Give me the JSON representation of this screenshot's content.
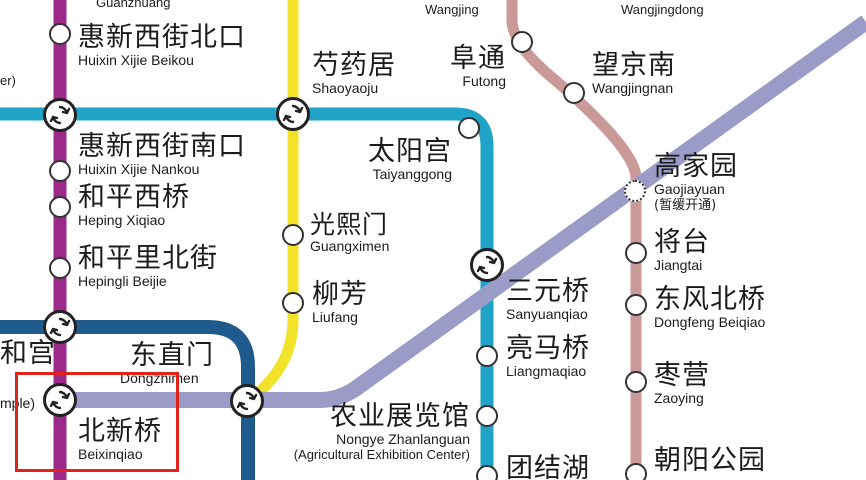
{
  "map": {
    "colors": {
      "line5": "#9b2a8a",
      "line10": "#1fa3c6",
      "line2": "#1e5a8c",
      "line13": "#f2e32a",
      "line3": "#c99a97",
      "line_airport": "#9b9bc7",
      "highlight_box": "#e2231a"
    },
    "stations": {
      "guanzhuang": {
        "py": "Guanzhuang"
      },
      "wangjing": {
        "py": "Wangjing"
      },
      "wangjingdong": {
        "py": "Wangjingdong"
      },
      "huixinxijie_beikou": {
        "cn": "惠新西街北口",
        "py": "Huixin Xijie Beikou"
      },
      "shaoyaoju": {
        "cn": "芍药居",
        "py": "Shaoyaoju"
      },
      "futong": {
        "cn": "阜通",
        "py": "Futong"
      },
      "wangjingnan": {
        "cn": "望京南",
        "py": "Wangjingnan"
      },
      "huixinxijie_nankou": {
        "cn": "惠新西街南口",
        "py": "Huixin Xijie Nankou"
      },
      "taiyanggong": {
        "cn": "太阳宫",
        "py": "Taiyanggong"
      },
      "gaojiayuan": {
        "cn": "高家园",
        "py": "Gaojiayuan",
        "note": "(暂缓开通)"
      },
      "hepingxiqiao": {
        "cn": "和平西桥",
        "py": "Heping Xiqiao"
      },
      "guangximen": {
        "cn": "光熙门",
        "py": "Guangximen"
      },
      "jiangtai": {
        "cn": "将台",
        "py": "Jiangtai"
      },
      "hepinglibeijie": {
        "cn": "和平里北街",
        "py": "Hepingli Beijie"
      },
      "sanyuanqiao": {
        "cn": "三元桥",
        "py": "Sanyuanqiao"
      },
      "dongfengbeiqiao": {
        "cn": "东风北桥",
        "py": "Dongfeng Beiqiao"
      },
      "liufang": {
        "cn": "柳芳",
        "py": "Liufang"
      },
      "liangmaqiao": {
        "cn": "亮马桥",
        "py": "Liangmaqiao"
      },
      "zaoying": {
        "cn": "枣营",
        "py": "Zaoying"
      },
      "dongzhimen": {
        "cn": "东直门",
        "py": "Dongzhimen"
      },
      "yonghegong": {
        "cn": "和宫",
        "py": "mple)"
      },
      "beixinqiao": {
        "cn": "北新桥",
        "py": "Beixinqiao"
      },
      "nongyezhanlanguan": {
        "cn": "农业展览馆",
        "py": "Nongye Zhanlanguan",
        "note": "(Agricultural Exhibition Center)"
      },
      "tuanjiehu": {
        "cn": "团结湖"
      },
      "chaoyanggongyuan": {
        "cn": "朝阳公园"
      },
      "edge_left": {
        "py": "er)"
      }
    }
  }
}
